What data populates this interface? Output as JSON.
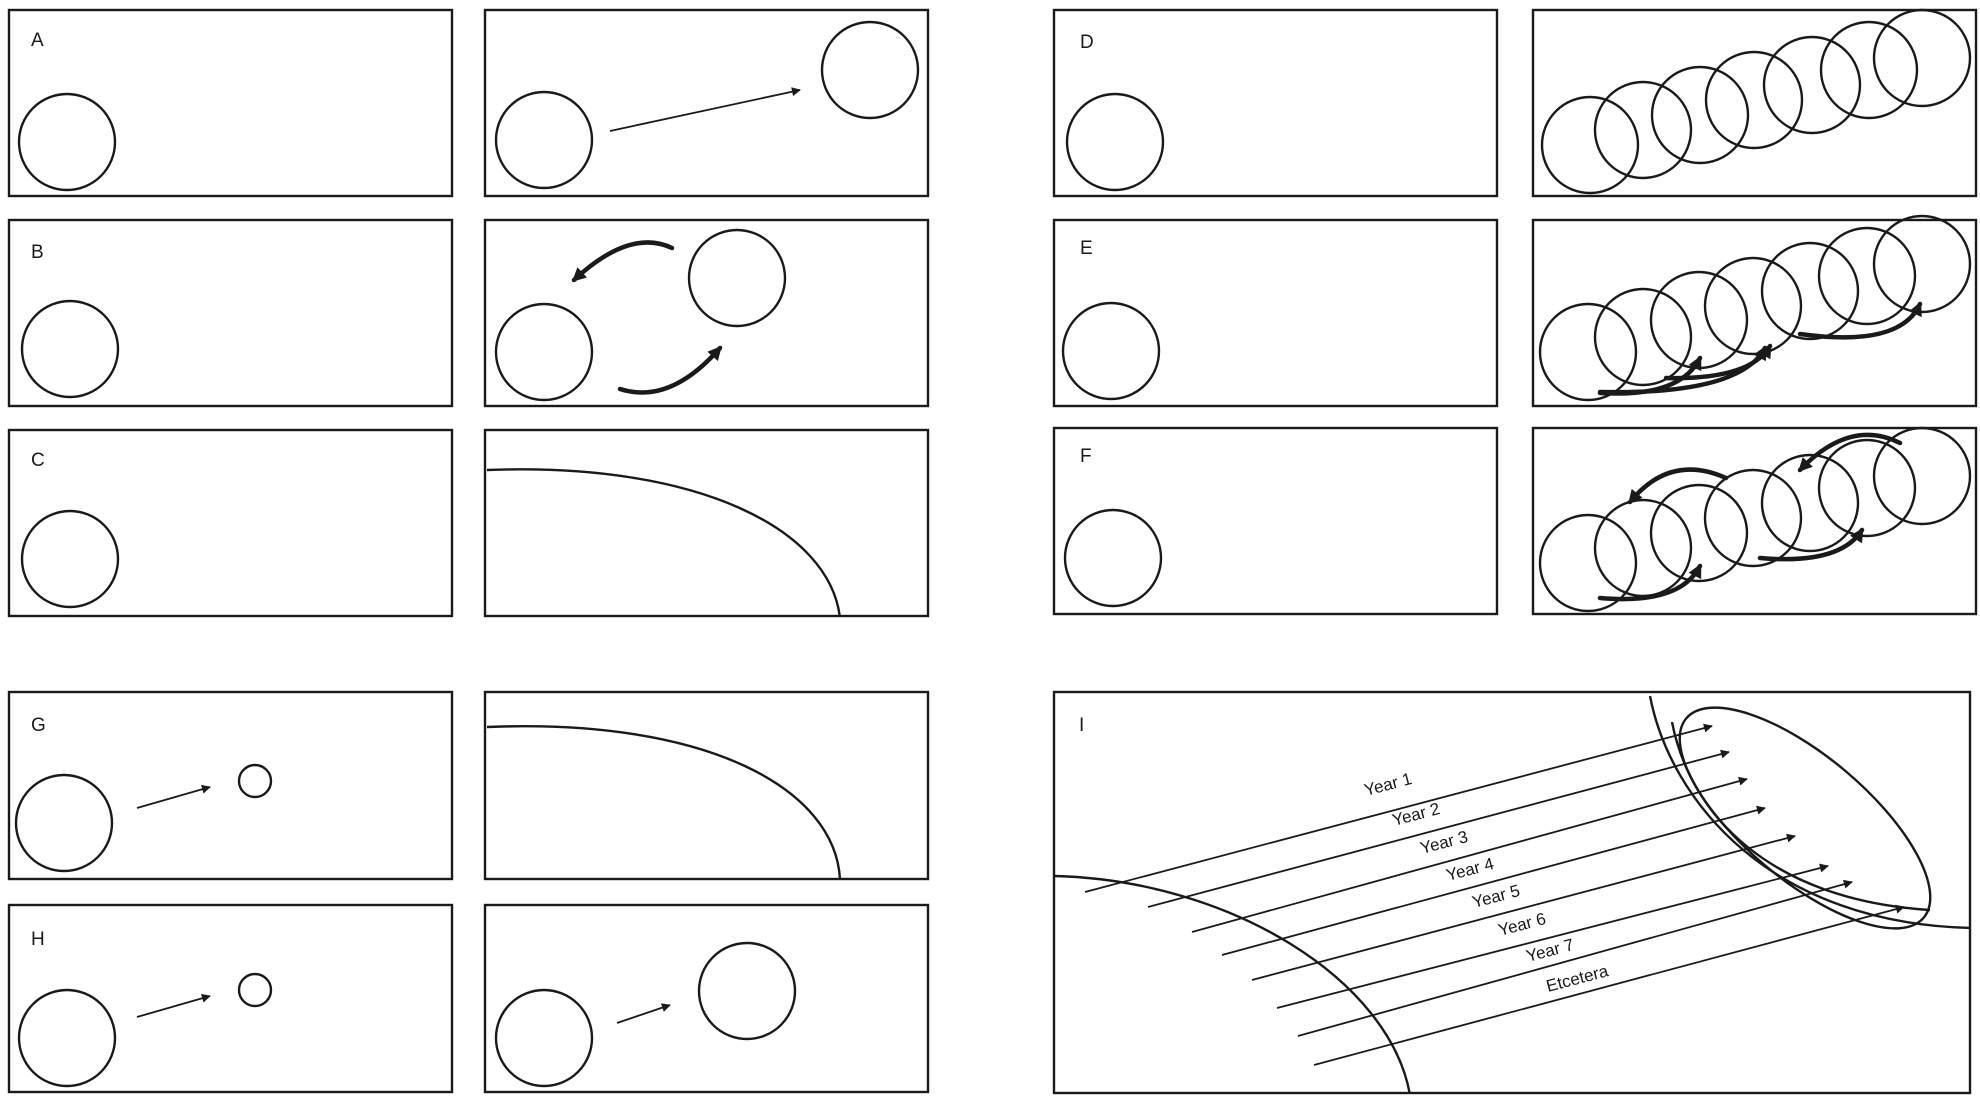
{
  "panel_labels": {
    "a": "A",
    "b": "B",
    "c": "C",
    "d": "D",
    "e": "E",
    "f": "F",
    "g": "G",
    "h": "H",
    "i": "I"
  },
  "year_labels": [
    "Year 1",
    "Year 2",
    "Year 3",
    "Year 4",
    "Year 5",
    "Year 6",
    "Year 7",
    "Etcetera"
  ]
}
